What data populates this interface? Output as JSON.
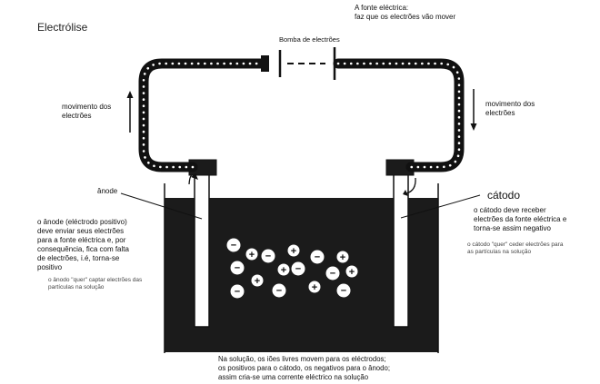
{
  "title": "Electrólise",
  "source_note": {
    "line1": "A fonte eléctrica:",
    "line2": "faz que os electrões vão mover"
  },
  "pump_label": "Bomba de electrões",
  "left_motion": {
    "line1": "movimento dos",
    "line2": "electrões"
  },
  "right_motion": {
    "line1": "movimento dos",
    "line2": "electrões"
  },
  "anode": {
    "label": "ânode",
    "desc": [
      "o ânode (eléctrodo positivo)",
      "deve enviar seus electrões",
      "para a fonte eléctrica e, por",
      "consequência, fica com falta",
      "de electrões, i.é, torna-se",
      "positivo"
    ],
    "note": [
      "o ânodo \"quer\" captar electrões das",
      "partículas na solução"
    ]
  },
  "cathode": {
    "label": "cátodo",
    "desc": [
      "o cátodo deve receber",
      "electrões da fonte eléctrica e",
      "torna-se assim negativo"
    ],
    "note": [
      "o cátodo \"quer\" ceder electrões para",
      "as partículas na solução"
    ]
  },
  "caption": [
    "Na solução, os iões livres movem para os eléctrodos;",
    "os positivos para o cátodo, os negativos para o ânodo;",
    "assim cria-se uma corrente eléctrico na solução"
  ],
  "ions": {
    "negative_symbol": "−",
    "positive_symbol": "+"
  },
  "colors": {
    "solution": "#1b1b1b",
    "wire": "#111111",
    "wire_dots": "#ffffff",
    "electrode": "#ffffff"
  }
}
